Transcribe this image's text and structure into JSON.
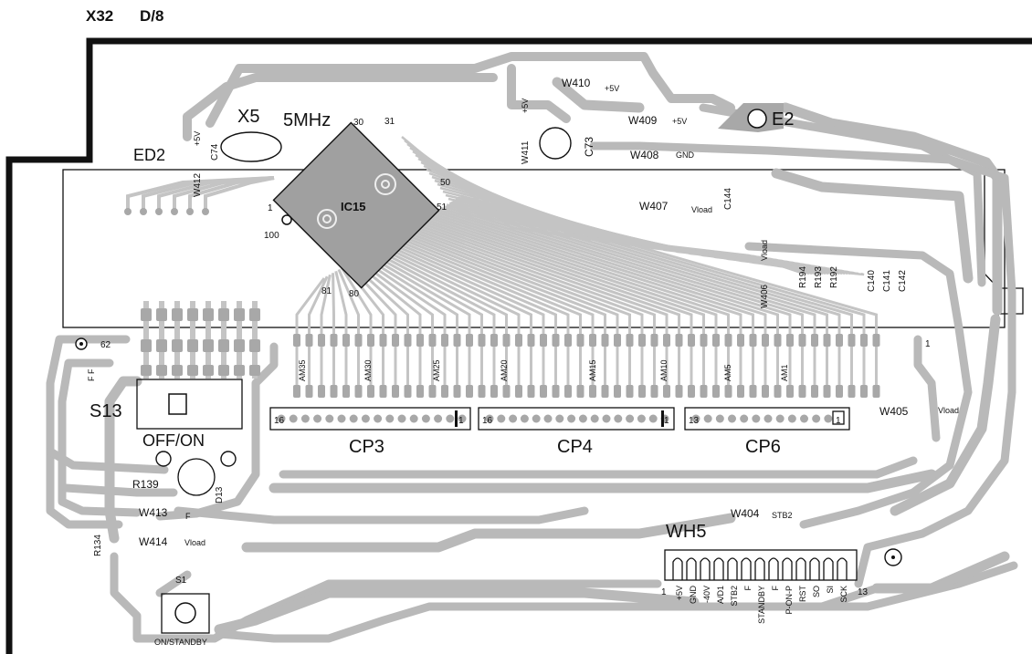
{
  "header": {
    "model": "X32",
    "section": "D/8"
  },
  "chips": {
    "ic": "IC15",
    "crystal": "X5",
    "crystal_freq": "5MHz",
    "ed": "ED2",
    "e2": "E2"
  },
  "ic_pins": {
    "p1": "1",
    "p30": "30",
    "p31": "31",
    "p50": "50",
    "p51": "51",
    "p80": "80",
    "p81": "81",
    "p100": "100",
    "p62": "62"
  },
  "wires": {
    "w410": "W410",
    "w410_net": "+5V",
    "w409": "W409",
    "w409_net": "+5V",
    "w408": "W408",
    "w408_net": "GND",
    "w407": "W407",
    "w407_net": "Vload",
    "w406": "W406",
    "w406_net": "Vload",
    "w411": "W411",
    "w411_net": "+5V",
    "w412": "W412",
    "w405": "W405",
    "w405_net": "Vload",
    "w404": "W404",
    "w404_net": "STB2",
    "w413": "W413",
    "w413_net": "F",
    "w414": "W414",
    "w414_net": "Vload"
  },
  "caps": {
    "c74": "C74",
    "c74_net": "+5V",
    "c73": "C73",
    "c144": "C144",
    "c140": "C140",
    "c141": "C141",
    "c142": "C142"
  },
  "resistors": {
    "r194": "R194",
    "r193": "R193",
    "r192": "R192",
    "r139": "R139",
    "r134": "R134"
  },
  "segment_labels": [
    "AM35",
    "AM30",
    "AM25",
    "AM20",
    "AM15",
    "AM10",
    "AM5",
    "AM1"
  ],
  "connectors": {
    "cp3": "CP3",
    "cp3_left": "16",
    "cp3_right": "1",
    "cp4": "CP4",
    "cp4_left": "16",
    "cp4_right": "1",
    "cp6": "CP6",
    "cp6_left": "13",
    "cp6_right": "1",
    "top_right_pin": "1"
  },
  "switches": {
    "s13": "S13",
    "off_on": "OFF/ON",
    "s1": "S1",
    "on_standby": "ON/STANDBY",
    "d13": "D13",
    "ff": "F F"
  },
  "wh5": {
    "name": "WH5",
    "pin_left": "1",
    "pin_right": "13",
    "pins": [
      "+5V",
      "GND",
      "-40V",
      "A/D1",
      "STB2",
      "F",
      "STANDBY",
      "F",
      "P-ON-P",
      "RST",
      "SO",
      "SI",
      "SCK"
    ]
  },
  "colors": {
    "trace": "#b9b9b9",
    "outline": "#111111",
    "pad": "#a8a8a8"
  }
}
